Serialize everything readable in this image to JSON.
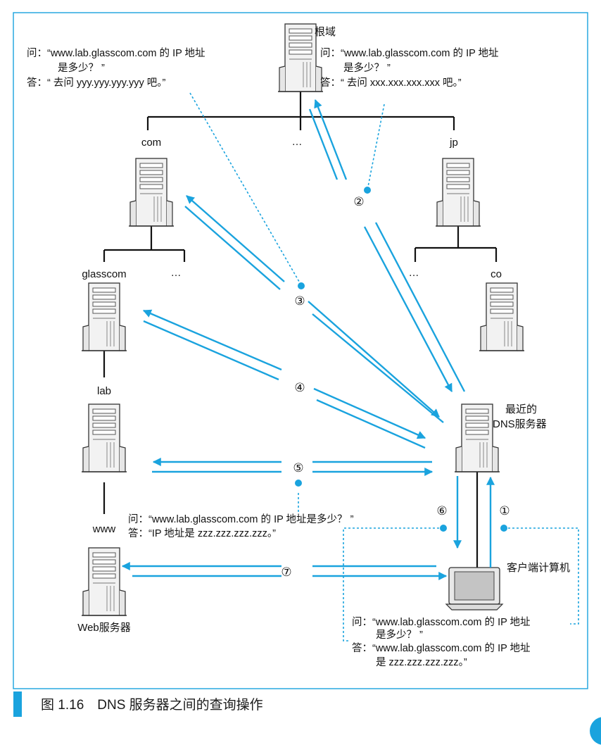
{
  "colors": {
    "accent": "#1aa3de",
    "line": "#111111",
    "server_fill": "#f2f2f2",
    "server_stroke": "#333333"
  },
  "nodes": {
    "root": "根域",
    "com": "com",
    "ellipsis_top": "…",
    "jp": "jp",
    "glasscom": "glasscom",
    "ellipsis_com": "…",
    "ellipsis_jp": "…",
    "co": "co",
    "lab": "lab",
    "www": "www",
    "web_server": "Web服务器",
    "local_dns": [
      "最近的",
      "DNS服务器"
    ],
    "client": "客户端计算机"
  },
  "steps": [
    "①",
    "②",
    "③",
    "④",
    "⑤",
    "⑥",
    "⑦"
  ],
  "notes": {
    "com_query": [
      "问：“www.lab.glasscom.com 的 IP 地址",
      "是多少？ ”",
      "答：“ 去问 yyy.yyy.yyy.yyy 吧。”"
    ],
    "root_query": [
      "问：“www.lab.glasscom.com 的 IP 地址",
      "是多少？ ”",
      "答：“ 去问 xxx.xxx.xxx.xxx 吧。”"
    ],
    "lab_query": [
      "问：“www.lab.glasscom.com 的 IP 地址是多少？ ”",
      "答：“IP 地址是 zzz.zzz.zzz.zzz。”"
    ],
    "client_query": [
      "问：“www.lab.glasscom.com 的 IP 地址",
      "是多少？ ”",
      "答：“www.lab.glasscom.com 的 IP 地址",
      "是 zzz.zzz.zzz.zzz。”"
    ]
  },
  "caption": "图 1.16　DNS 服务器之间的查询操作"
}
